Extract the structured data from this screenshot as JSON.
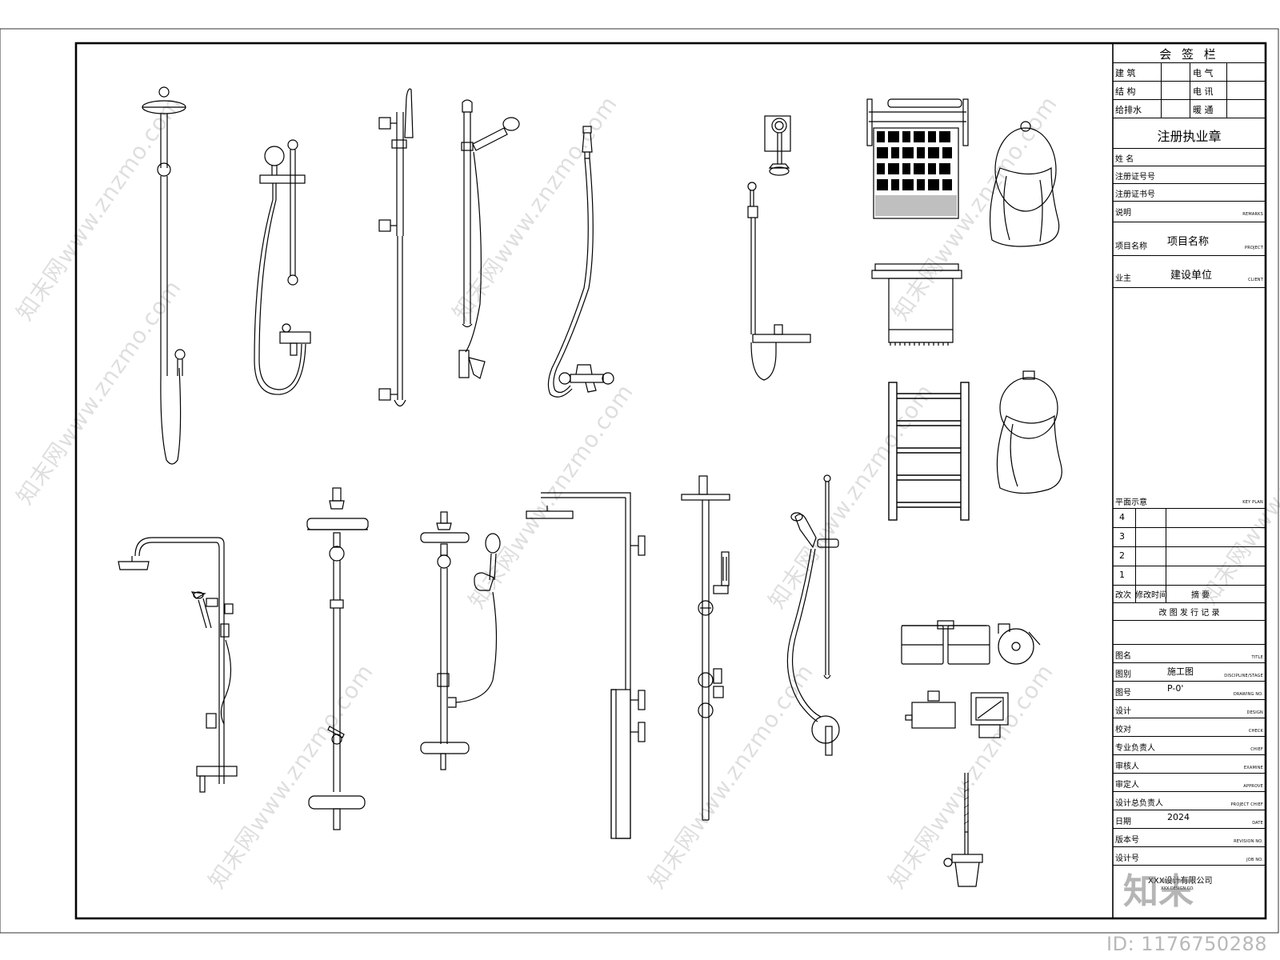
{
  "countersign": {
    "title": "会 签 栏",
    "cells": [
      "建 筑",
      "电 气",
      "结 构",
      "电 讯",
      "给排水",
      "暖 通"
    ]
  },
  "stamp": {
    "title": "注册执业章",
    "fields": [
      "姓    名",
      "注册证号号",
      "注册证书号"
    ]
  },
  "remarks": {
    "label": "说明",
    "en": "REMARKS"
  },
  "project": {
    "label": "项目名称",
    "value": "项目名称",
    "en": "PROJECT"
  },
  "owner": {
    "label": "业主",
    "value": "建设单位",
    "en": "CLIENT"
  },
  "keyplan": {
    "label": "平面示意",
    "en": "KEY PLAN"
  },
  "revisions": {
    "numbers": [
      "4",
      "3",
      "2",
      "1"
    ],
    "header_rev": "改次",
    "header_time": "修改时间",
    "header_desc": "摘    要",
    "caption": "改 图 发 行 记 录"
  },
  "info_rows": [
    {
      "label": "图名",
      "value": "",
      "en": "TITLE"
    },
    {
      "label": "图别",
      "value": "施工图",
      "en": "DISCIPLINE/STAGE"
    },
    {
      "label": "图号",
      "value": "P-0'",
      "en": "DRAWING NO."
    },
    {
      "label": "设计",
      "value": "",
      "en": "DESIGN"
    },
    {
      "label": "校对",
      "value": "",
      "en": "CHECK"
    },
    {
      "label": "专业负责人",
      "value": "",
      "en": "CHIEF"
    },
    {
      "label": "审核人",
      "value": "",
      "en": "EXAMINE"
    },
    {
      "label": "审定人",
      "value": "",
      "en": "APPROVE"
    },
    {
      "label": "设计总负责人",
      "value": "",
      "en": "PROJECT CHIEF"
    },
    {
      "label": "日期",
      "value": "2024",
      "en": "DATE"
    },
    {
      "label": "版本号",
      "value": "",
      "en": "REVISION NO."
    },
    {
      "label": "设计号",
      "value": "",
      "en": "JOB NO."
    }
  ],
  "company": {
    "name": "XXX设计有限公司",
    "en": "XXX DESIGN CO."
  },
  "watermarks": {
    "site": "知末网www.znzmo.com",
    "logo": "知末"
  },
  "image_id": "ID: 1176750288"
}
